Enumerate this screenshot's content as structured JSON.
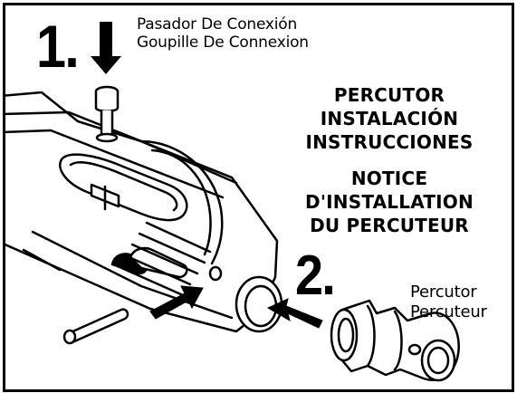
{
  "step1": {
    "number": "1.",
    "label_es": "Pasador De Conexión",
    "label_fr": "Goupille De Connexion"
  },
  "step2": {
    "number": "2.",
    "label_es": "Percutor",
    "label_fr": "Percuteur"
  },
  "title_es": [
    "PERCUTOR",
    "INSTALACIÓN",
    "INSTRUCCIONES"
  ],
  "title_fr": [
    "NOTICE",
    "D'INSTALLATION",
    "DU PERCUTEUR"
  ],
  "colors": {
    "ink": "#000000",
    "paper": "#ffffff"
  },
  "icons": [
    "down-arrow-icon",
    "insert-arrow-icon"
  ]
}
